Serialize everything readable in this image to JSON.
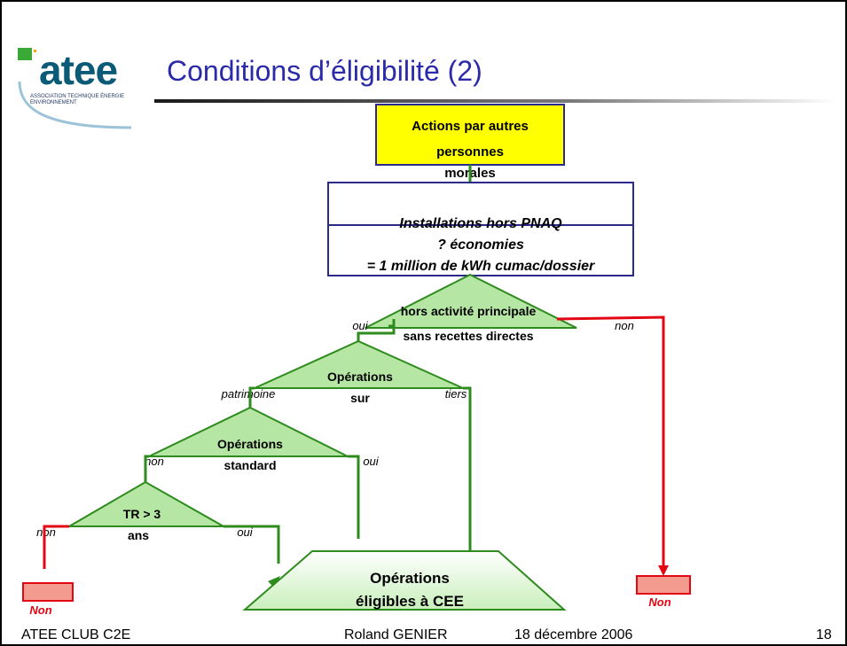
{
  "slide": {
    "title": "Conditions d’éligibilité (2)",
    "logo": {
      "word": "atee",
      "subtitle": "ASSOCIATION TECHNIQUE ÉNERGIE ENVIRONNEMENT"
    },
    "colors": {
      "title": "#2b2aa8",
      "flow_green": "#2e8b1e",
      "flow_red": "#e30613",
      "box_yellow": "#ffff00",
      "triangle_fill": "#b5e6a3",
      "box_blue": "#2b2a8c"
    }
  },
  "flow": {
    "start": {
      "line1": "Actions par autres",
      "line2": "personnes",
      "line3": "morales"
    },
    "conditions": {
      "line1": "Installations hors PNAQ",
      "line2": "? économies",
      "line3": "= 1 million de kWh cumac/dossier"
    },
    "decision1": {
      "line1": "hors activité principale",
      "line2": "sans recettes directes",
      "yes": "oui",
      "no": "non"
    },
    "decision2": {
      "line1": "Opérations",
      "line2": "sur",
      "left": "patrimoine",
      "right": "tiers"
    },
    "decision3": {
      "line1": "Opérations",
      "line2": "standard",
      "no": "non",
      "yes": "oui"
    },
    "decision4": {
      "line1": "TR > 3",
      "line2": "ans",
      "no": "non",
      "yes": "oui"
    },
    "result": {
      "line1": "Opérations",
      "line2": "éligibles à CEE"
    },
    "reject_left": "Non",
    "reject_right": "Non"
  },
  "footer": {
    "left": "ATEE CLUB C2E",
    "author": "Roland GENIER",
    "date": "18 décembre 2006",
    "page": "18"
  }
}
